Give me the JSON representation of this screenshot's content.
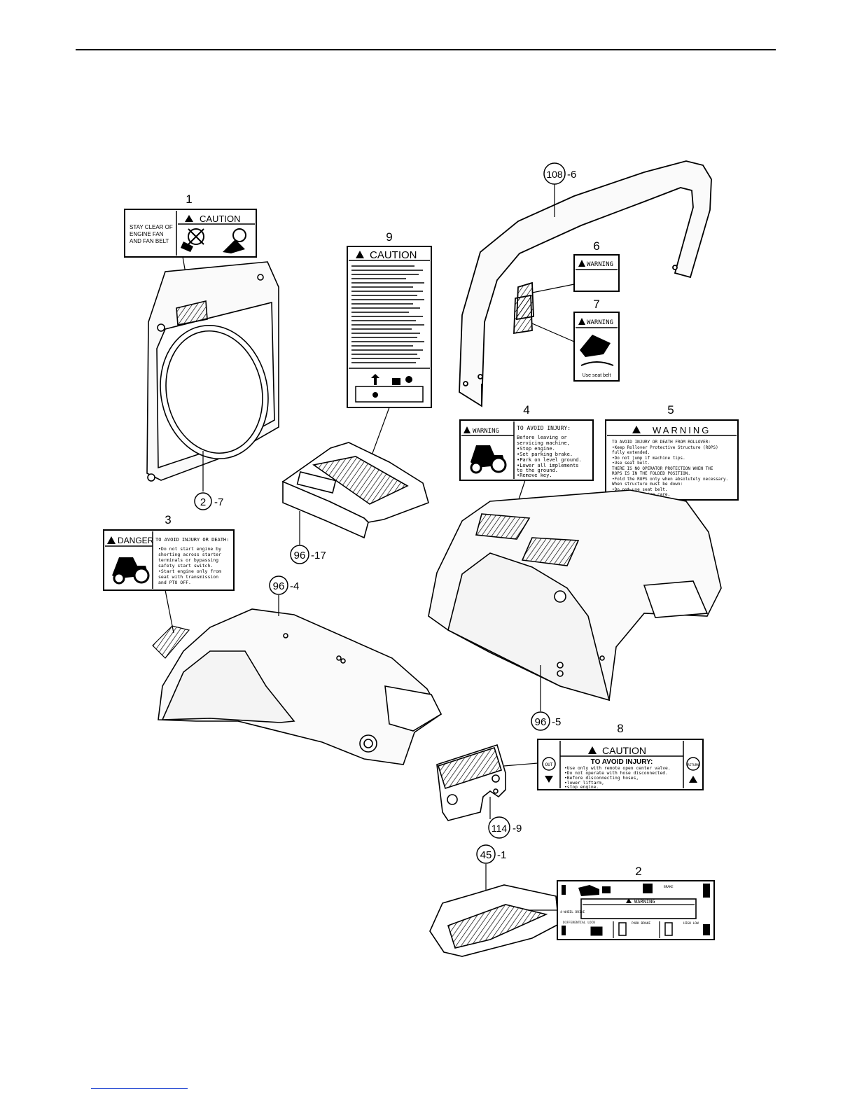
{
  "callouts": {
    "c1": {
      "item": "1"
    },
    "c2": {
      "ref": "2",
      "suffix": "-7"
    },
    "c3": {
      "item": "3"
    },
    "c4": {
      "item": "4"
    },
    "c5": {
      "item": "5"
    },
    "c6": {
      "item": "6"
    },
    "c7": {
      "item": "7"
    },
    "c8": {
      "item": "8"
    },
    "c9": {
      "item": "9"
    },
    "c10": {
      "item": "2"
    },
    "r108": {
      "ref": "108",
      "suffix": "-6"
    },
    "r96a": {
      "ref": "96",
      "suffix": "-17"
    },
    "r96b": {
      "ref": "96",
      "suffix": "-4"
    },
    "r96c": {
      "ref": "96",
      "suffix": "-5"
    },
    "r114": {
      "ref": "114",
      "suffix": "-9"
    },
    "r45": {
      "ref": "45",
      "suffix": "-1"
    }
  },
  "decals": {
    "d1": {
      "signal": "CAUTION",
      "lines": [
        "STAY CLEAR OF",
        "ENGINE FAN",
        "AND FAN BELT"
      ]
    },
    "d9": {
      "signal": "CAUTION"
    },
    "d6": {
      "signal": "WARNING"
    },
    "d7": {
      "signal": "WARNING",
      "caption": "Use seat belt"
    },
    "d4": {
      "signal": "WARNING",
      "heading": "TO AVOID INJURY:",
      "lines": [
        "Before leaving or",
        "servicing machine,",
        "•Stop engine.",
        "•Set parking brake.",
        "•Park on level ground.",
        "•Lower all implements",
        "  to the ground.",
        "•Remove key."
      ]
    },
    "d5": {
      "signal": "WARNING",
      "lines": [
        "TO AVOID INJURY OR DEATH FROM ROLLOVER:",
        "•Keep Rollover Protective Structure (ROPS)",
        "  fully extended.",
        "•Do not jump if machine tips.",
        "•Use seat belt.",
        "THERE IS NO OPERATOR PROTECTION WHEN THE",
        "ROPS IS IN THE FOLDED POSITION.",
        "•Fold the ROPS only when absolutely necessary.",
        "When structure must be down:",
        "  •Do not use seat belt.",
        "  •Drive with extra care."
      ]
    },
    "d3": {
      "signal": "DANGER",
      "heading": "TO AVOID INJURY OR DEATH:",
      "lines": [
        "•Do not start engine by",
        "shorting across starter",
        "terminals or bypassing",
        "safety start switch.",
        "•Start engine only from",
        "seat with transmission",
        "and PTO OFF."
      ]
    },
    "d8": {
      "signal": "CAUTION",
      "heading": "TO AVOID INJURY:",
      "lines": [
        "•Use only with remote open center valve.",
        "•Do not operate with hose disconnected.",
        "•Before disconnecting hoses,",
        "    •lower liftarm,",
        "    •stop engine."
      ],
      "left_icon": "OUT",
      "right_icon": "RETURN"
    },
    "d2": {
      "signal": "WARNING",
      "labels": {
        "brake": "BRAKE",
        "drive": "4-WHEEL DRIVE",
        "diff": "DIFFERENTIAL LOCK",
        "park": "PARK BRAKE",
        "high": "HIGH LOW"
      }
    }
  }
}
